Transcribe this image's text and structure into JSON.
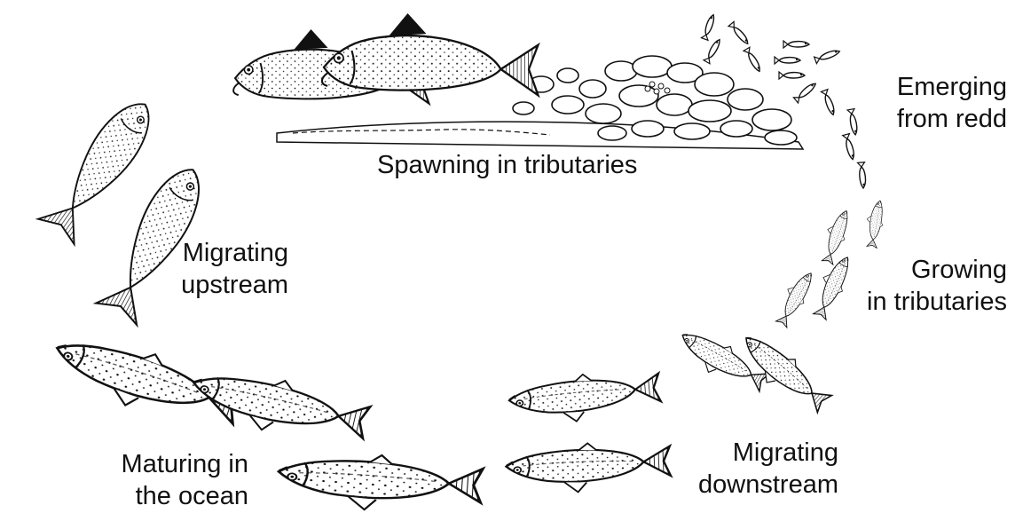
{
  "labels": {
    "spawning": "Spawning in tributaries",
    "emerging": [
      "Emerging",
      "from redd"
    ],
    "growing": [
      "Growing",
      "in tributaries"
    ],
    "migrating_downstream": [
      "Migrating",
      "downstream"
    ],
    "maturing": [
      "Maturing in",
      "the ocean"
    ],
    "migrating_upstream": [
      "Migrating",
      "upstream"
    ]
  },
  "colors": {
    "ink": "#111111",
    "background": "#ffffff"
  }
}
